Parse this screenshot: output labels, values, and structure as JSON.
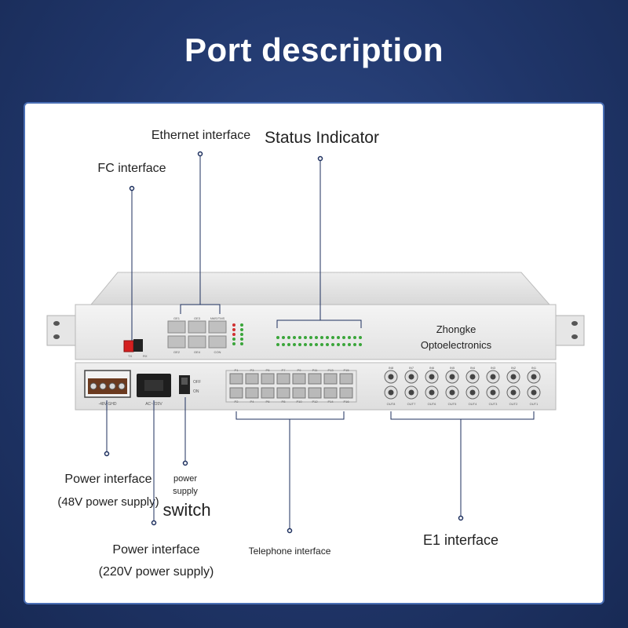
{
  "title": "Port description",
  "labels": {
    "ethernet": "Ethernet interface",
    "status": "Status Indicator",
    "fc": "FC interface",
    "power48_line1": "Power interface",
    "power48_line2": "(48V power supply)",
    "switch_line1": "power",
    "switch_line2": "supply",
    "switch_line3": "switch",
    "power220_line1": "Power interface",
    "power220_line2": "(220V power supply)",
    "telephone": "Telephone interface",
    "e1": "E1 interface"
  },
  "device": {
    "brand_line1": "Zhongke",
    "brand_line2": "Optoelectronics",
    "rx_label": "RX",
    "tx_label": "TX",
    "ge_top": [
      "GE1",
      "GE3",
      "NMS/TMS"
    ],
    "ge_bottom": [
      "GE2",
      "GE4",
      "CON"
    ],
    "dc_label": "-48V GHD",
    "ac_label": "AC~220V",
    "switch_off": "OFF",
    "switch_on": "ON",
    "phone_top": [
      "P1",
      "P3",
      "P5",
      "P7",
      "P9",
      "P11",
      "P13",
      "P15"
    ],
    "phone_bottom": [
      "P2",
      "P4",
      "P6",
      "P8",
      "P10",
      "P12",
      "P14",
      "P16"
    ],
    "e1_top": [
      "IN8",
      "IN7",
      "IN6",
      "IN5",
      "IN4",
      "IN3",
      "IN2",
      "IN1"
    ],
    "e1_bottom": [
      "OUT8",
      "OUT7",
      "OUT6",
      "OUT5",
      "OUT4",
      "OUT3",
      "OUT2",
      "OUT1"
    ]
  },
  "colors": {
    "background": "#20366a",
    "card_border": "#4a6fb5",
    "leader_line": "#1d2f5e",
    "led_green": "#3aa53a",
    "led_red": "#d03030",
    "fc_port": "#d42020"
  }
}
